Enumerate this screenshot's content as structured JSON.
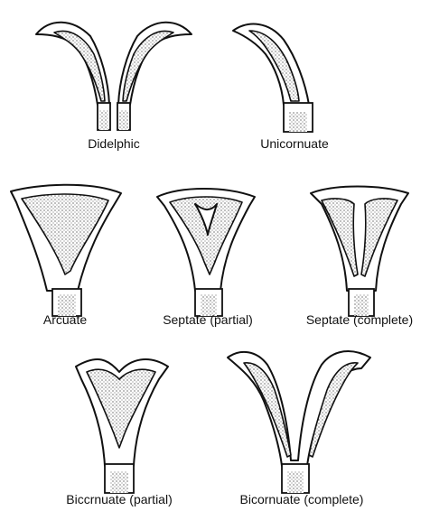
{
  "figure": {
    "labels": {
      "didelphic": "Didelphic",
      "unicornuate": "Unicornuate",
      "arcuate": "Arcuate",
      "septate_partial": "Septate (partial)",
      "septate_complete": "Septate (complete)",
      "bicornuate_partial": "Biccrnuate (partial)",
      "bicornuate_complete": "Bicornuate (complete)"
    },
    "colors": {
      "ink": "#111111",
      "paper": "#ffffff"
    }
  }
}
